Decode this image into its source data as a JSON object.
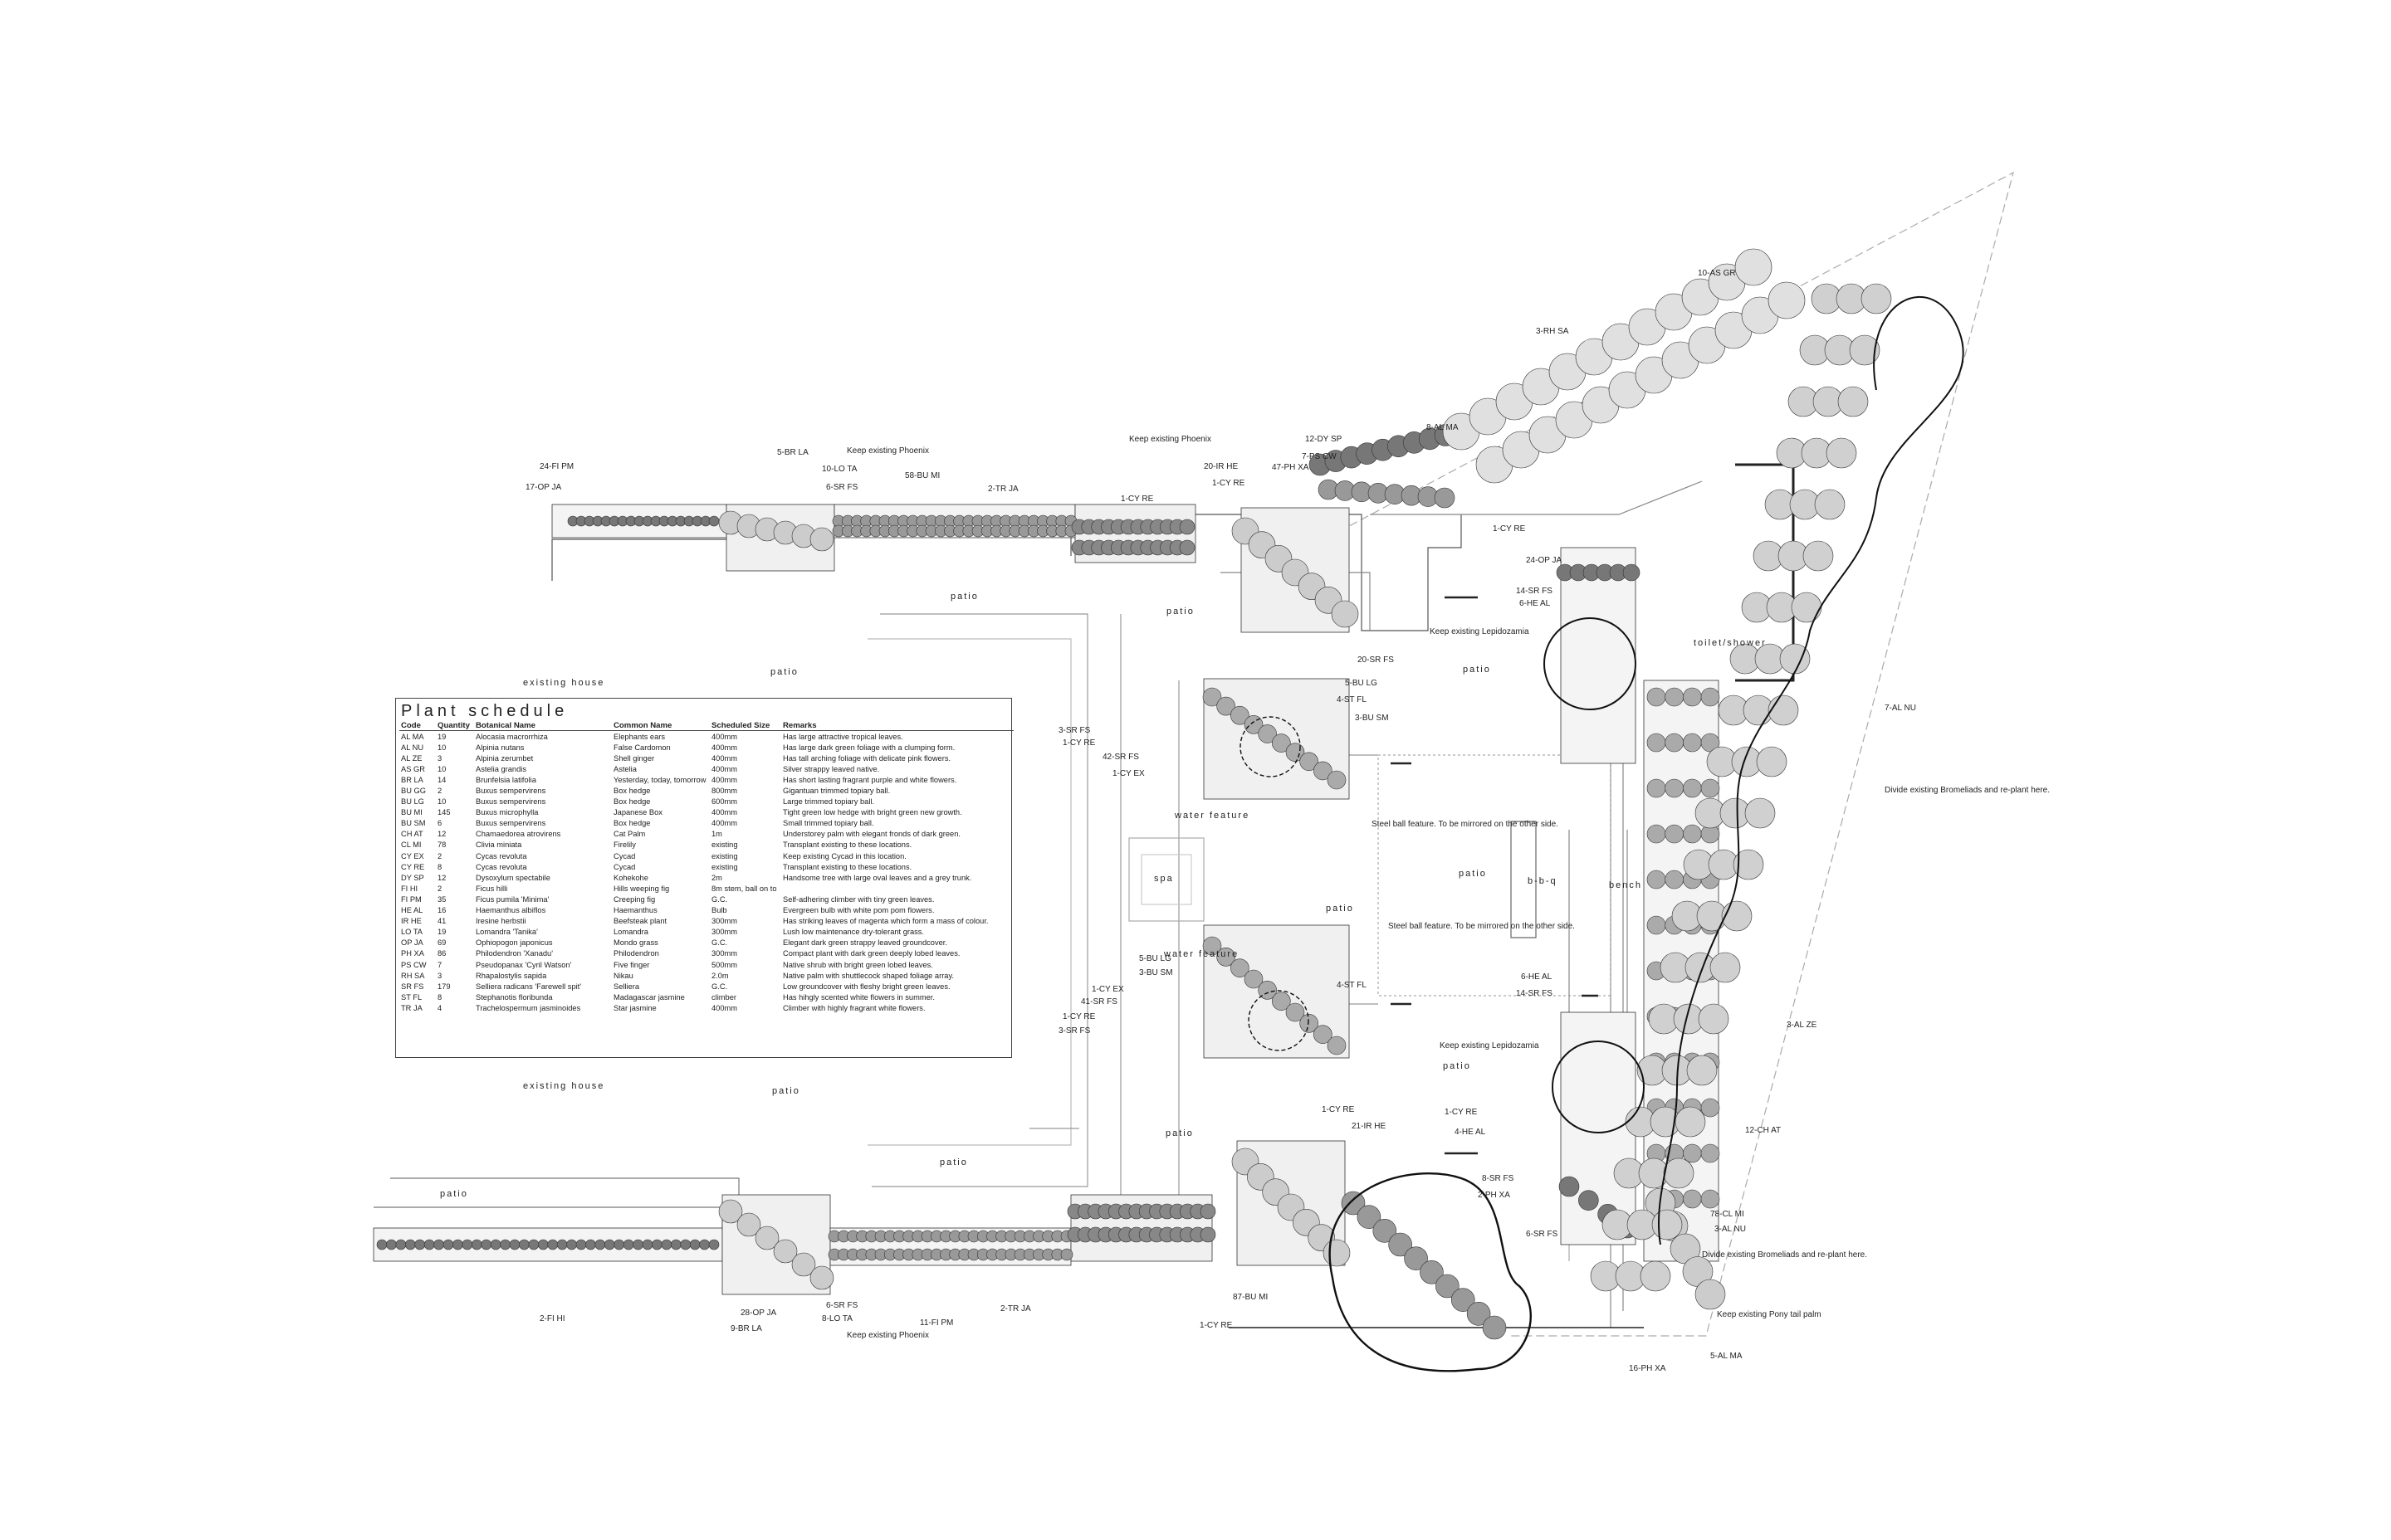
{
  "plan": {
    "zones": [
      "existing house",
      "existing house",
      "patio",
      "patio",
      "patio",
      "patio",
      "patio",
      "patio",
      "patio",
      "patio",
      "patio",
      "patio",
      "patio",
      "water feature",
      "water feature",
      "spa",
      "b-b-q",
      "bench",
      "toilet/shower"
    ],
    "labels": [
      "10-AS GR",
      "3-RH SA",
      "8-AL MA",
      "12-DY SP",
      "7-PS CW",
      "47-PH XA",
      "Keep existing Phoenix",
      "20-IR HE",
      "1-CY RE",
      "1-CY RE",
      "5-BR LA",
      "Keep existing Phoenix",
      "10-LO TA",
      "6-SR FS",
      "58-BU MI",
      "2-TR JA",
      "1-CY RE",
      "24-FI PM",
      "17-OP JA",
      "24-OP JA",
      "14-SR FS",
      "6-HE AL",
      "Keep existing Lepidozamia",
      "20-SR FS",
      "5-BU LG",
      "4-ST FL",
      "3-BU SM",
      "3-SR FS",
      "1-CY RE",
      "42-SR FS",
      "1-CY EX",
      "Steel ball feature. To be mirrored on the other side.",
      "Steel ball feature. To be mirrored on the other side.",
      "5-BU LG",
      "3-BU SM",
      "4-ST FL",
      "1-CY EX",
      "41-SR FS",
      "1-CY RE",
      "3-SR FS",
      "6-HE AL",
      "14-SR FS",
      "Keep existing Lepidozamia",
      "1-CY RE",
      "21-IR HE",
      "1-CY RE",
      "4-HE AL",
      "8-SR FS",
      "2-PH XA",
      "6-SR FS",
      "78-CL MI",
      "3-AL NU",
      "7-AL NU",
      "Divide existing Bromeliads and re-plant here.",
      "3-AL ZE",
      "12-CH AT",
      "Divide existing Bromeliads and re-plant here.",
      "Keep existing Pony tail palm",
      "5-AL MA",
      "16-PH XA",
      "87-BU MI",
      "1-CY RE",
      "2-TR JA",
      "11-FI PM",
      "6-SR FS",
      "8-LO TA",
      "28-OP JA",
      "9-BR LA",
      "Keep existing Phoenix",
      "2-FI HI"
    ]
  },
  "schedule": {
    "title": "Plant schedule",
    "headers": [
      "Code",
      "Quantity",
      "Botanical Name",
      "Common Name",
      "Scheduled Size",
      "Remarks"
    ],
    "rows": [
      [
        "AL MA",
        "19",
        "Alocasia macrorrhiza",
        "Elephants ears",
        "400mm",
        "Has large attractive tropical leaves."
      ],
      [
        "AL NU",
        "10",
        "Alpinia nutans",
        "False Cardomon",
        "400mm",
        "Has large dark green foliage with a clumping form."
      ],
      [
        "AL ZE",
        "3",
        "Alpinia zerumbet",
        "Shell ginger",
        "400mm",
        "Has tall arching foliage with delicate pink flowers."
      ],
      [
        "AS GR",
        "10",
        "Astelia grandis",
        "Astelia",
        "400mm",
        "Silver strappy leaved native."
      ],
      [
        "BR LA",
        "14",
        "Brunfelsia latifolia",
        "Yesterday, today, tomorrow",
        "400mm",
        "Has short lasting fragrant purple and white flowers."
      ],
      [
        "BU GG",
        "2",
        "Buxus sempervirens",
        "Box hedge",
        "800mm",
        "Gigantuan trimmed topiary ball."
      ],
      [
        "BU LG",
        "10",
        "Buxus sempervirens",
        "Box hedge",
        "600mm",
        "Large trimmed topiary ball."
      ],
      [
        "BU MI",
        "145",
        "Buxus microphylla",
        "Japanese Box",
        "400mm",
        "Tight green low hedge with bright green new growth."
      ],
      [
        "BU SM",
        "6",
        "Buxus sempervirens",
        "Box hedge",
        "400mm",
        "Small trimmed topiary ball."
      ],
      [
        "CH AT",
        "12",
        "Chamaedorea atrovirens",
        "Cat Palm",
        "1m",
        "Understorey palm with elegant fronds of dark green."
      ],
      [
        "CL MI",
        "78",
        "Clivia miniata",
        "Firelily",
        "existing",
        "Transplant existing to these locations."
      ],
      [
        "CY EX",
        "2",
        "Cycas revoluta",
        "Cycad",
        "existing",
        "Keep existing Cycad in this location."
      ],
      [
        "CY RE",
        "8",
        "Cycas revoluta",
        "Cycad",
        "existing",
        "Transplant existing to these locations."
      ],
      [
        "DY SP",
        "12",
        "Dysoxylum spectabile",
        "Kohekohe",
        "2m",
        "Handsome tree with large oval leaves and a grey trunk."
      ],
      [
        "FI HI",
        "2",
        "Ficus hilli",
        "Hills weeping fig",
        "8m stem, ball on to",
        ""
      ],
      [
        "FI PM",
        "35",
        "Ficus pumila 'Minima'",
        "Creeping fig",
        "G.C.",
        "Self-adhering climber with tiny green leaves."
      ],
      [
        "HE AL",
        "16",
        "Haemanthus albiflos",
        "Haemanthus",
        "Bulb",
        "Evergreen bulb with white pom pom flowers."
      ],
      [
        "IR HE",
        "41",
        "Iresine herbstii",
        "Beefsteak plant",
        "300mm",
        "Has striking leaves of magenta which form a mass of colour."
      ],
      [
        "LO TA",
        "19",
        "Lomandra 'Tanika'",
        "Lomandra",
        "300mm",
        "Lush low maintenance dry-tolerant grass."
      ],
      [
        "OP JA",
        "69",
        "Ophiopogon japonicus",
        "Mondo grass",
        "G.C.",
        "Elegant dark green strappy leaved groundcover."
      ],
      [
        "PH XA",
        "86",
        "Philodendron 'Xanadu'",
        "Philodendron",
        "300mm",
        "Compact plant with dark green deeply lobed leaves."
      ],
      [
        "PS CW",
        "7",
        "Pseudopanax 'Cyril Watson'",
        "Five finger",
        "500mm",
        "Native shrub with bright green lobed leaves."
      ],
      [
        "RH SA",
        "3",
        "Rhapalostylis sapida",
        "Nikau",
        "2.0m",
        "Native palm with shuttlecock shaped foliage array."
      ],
      [
        "SR FS",
        "179",
        "Selliera radicans 'Farewell spit'",
        "Selliera",
        "G.C.",
        "Low groundcover with fleshy bright green leaves."
      ],
      [
        "ST FL",
        "8",
        "Stephanotis floribunda",
        "Madagascar jasmine",
        "climber",
        "Has hihgly scented white flowers in summer."
      ],
      [
        "TR JA",
        "4",
        "Trachelospermum jasminoides",
        "Star jasmine",
        "400mm",
        "Climber with highly fragrant white flowers."
      ]
    ]
  }
}
